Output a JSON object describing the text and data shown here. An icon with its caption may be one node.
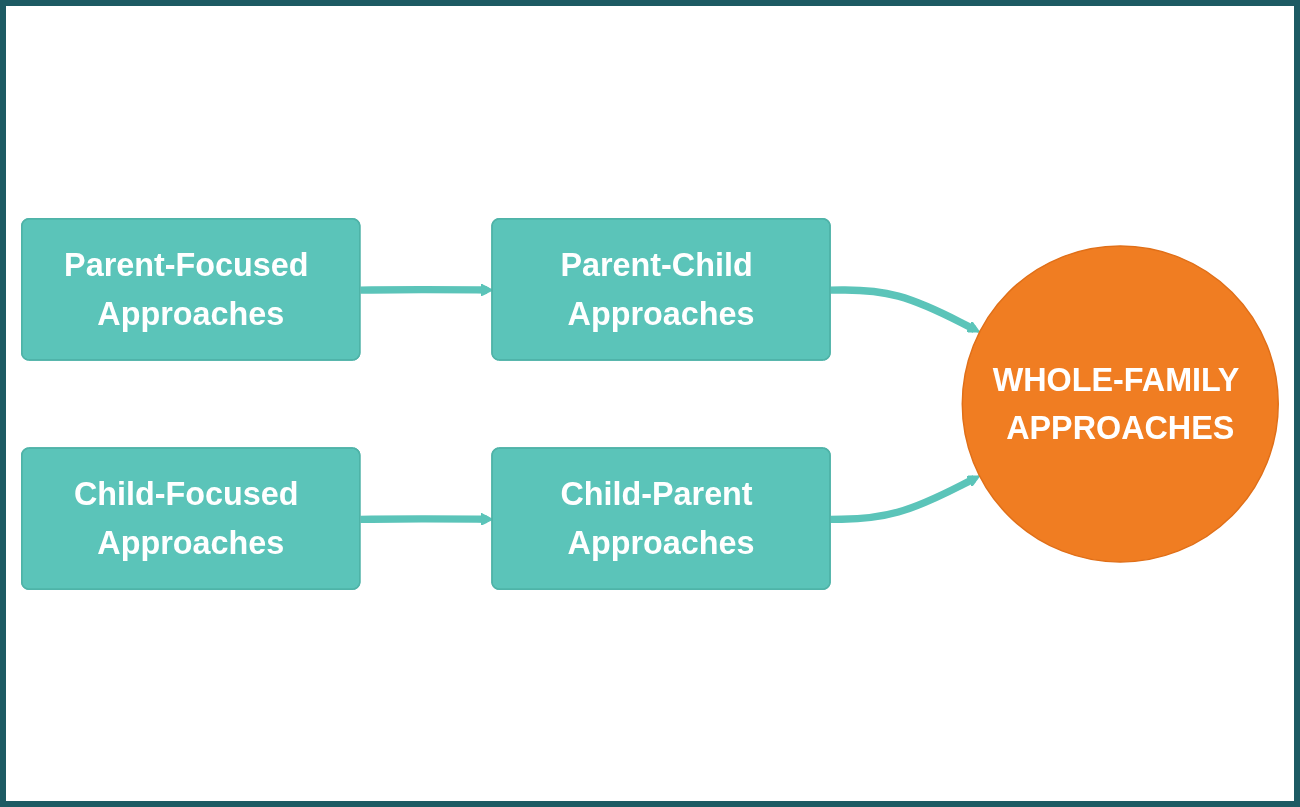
{
  "diagram": {
    "nodes": [
      {
        "text": [
          "Parent-Focused Approaches"
        ]
      },
      {
        "text": [
          "Parent-Child Approaches"
        ]
      },
      {
        "text": [
          "WHOLE-FAMILY APPROACHES"
        ]
      },
      {
        "text": [
          "Child-Focused Approaches"
        ]
      },
      {
        "text": [
          "Child-Parent Approaches"
        ]
      }
    ],
    "edges": [
      {
        "from": 0,
        "to": 1,
        "arrow": "to"
      },
      {
        "from": 1,
        "to": 2,
        "arrow": "to"
      },
      {
        "from": 3,
        "to": 4,
        "arrow": "to"
      },
      {
        "from": 4,
        "to": 2,
        "arrow": "to"
      }
    ]
  }
}
